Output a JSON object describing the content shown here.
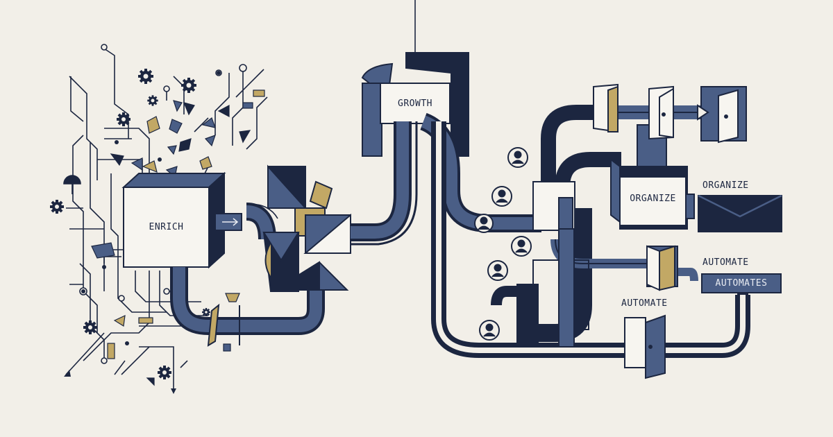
{
  "labels": {
    "enrich": "ENRICH",
    "growth": "GROWTH",
    "organize_box": "ORGANIZE",
    "organize_side": "ORGANIZE",
    "automate_upper": "AUTOMATE",
    "automates_tag": "AUTOMATES",
    "automate_lower": "AUTOMATE"
  },
  "colors": {
    "navy": "#1c2640",
    "slate_blue": "#4a5e86",
    "gold": "#c2a865",
    "paper": "#f2efe8",
    "box_fill": "#f7f5f0"
  },
  "icons": [
    "gear-icon",
    "user-icon",
    "door-icon",
    "envelope-icon",
    "arrow-icon"
  ]
}
